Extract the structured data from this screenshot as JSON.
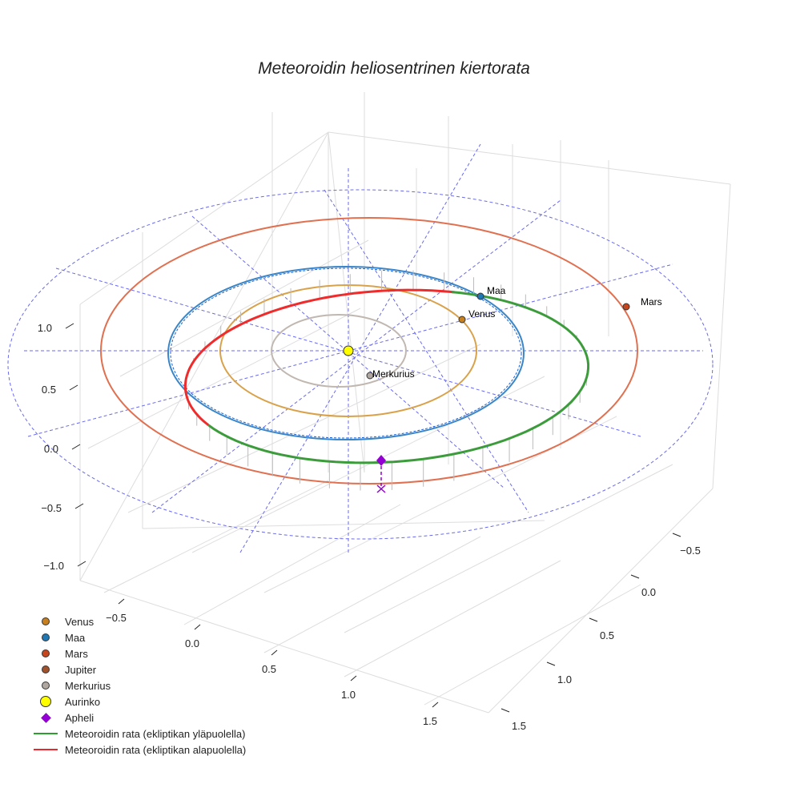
{
  "title": "Meteoroidin heliosentrinen kiertorata",
  "legend": [
    {
      "label": "Venus",
      "kind": "dot",
      "color": "#c87f1e"
    },
    {
      "label": "Maa",
      "kind": "dot",
      "color": "#1f77b4"
    },
    {
      "label": "Mars",
      "kind": "dot",
      "color": "#c8461e"
    },
    {
      "label": "Jupiter",
      "kind": "dot",
      "color": "#a0522d"
    },
    {
      "label": "Merkurius",
      "kind": "dot",
      "color": "#b0a8a0"
    },
    {
      "label": "Aurinko",
      "kind": "sun",
      "color": "#ffff00"
    },
    {
      "label": "Apheli",
      "kind": "diamond",
      "color": "#9400d3"
    },
    {
      "label": "Meteoroidin rata (ekliptikan yläpuolella)",
      "kind": "line",
      "color": "#2ca02c"
    },
    {
      "label": "Meteoroidin rata (ekliptikan alapuolella)",
      "kind": "line",
      "color": "#e8282d"
    }
  ],
  "chart_data": {
    "type": "line3d",
    "title": "Meteoroidin heliosentrinen kiertorata",
    "x_ticks": [
      "−0.5",
      "0.0",
      "0.5",
      "1.0",
      "1.5"
    ],
    "y_ticks": [
      "−0.5",
      "0.0",
      "0.5",
      "1.0",
      "1.5"
    ],
    "z_ticks": [
      "1.0",
      "0.5",
      "0.0",
      "−0.5",
      "−1.0"
    ],
    "planet_labels": [
      "Maa",
      "Venus",
      "Mars",
      "Merkurius"
    ],
    "orbit_colors": {
      "Merkurius": "#c0b8b0",
      "Venus": "#d9a24a",
      "Maa": "#3a86c8",
      "Mars": "#e07050"
    },
    "grid": true,
    "legend_position": "bottom-left"
  }
}
